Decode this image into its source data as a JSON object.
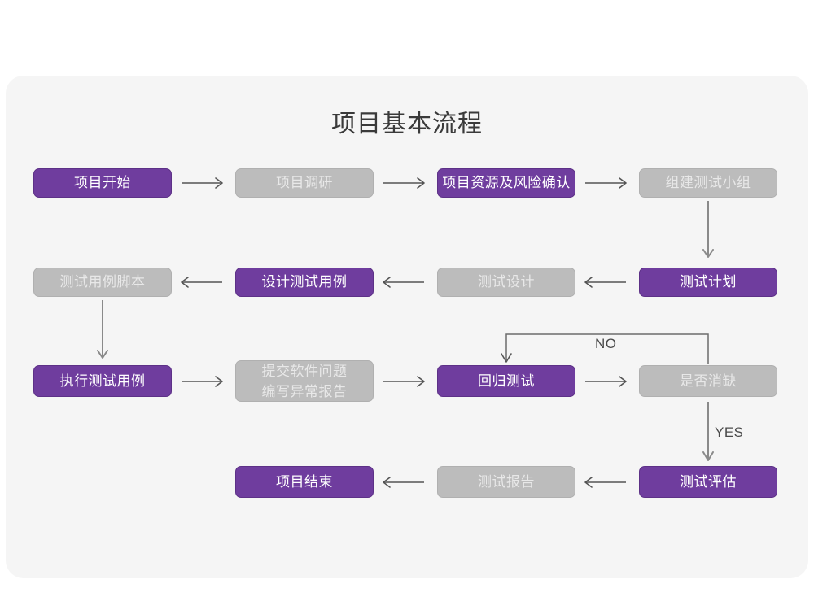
{
  "page": {
    "background_color": "#ffffff",
    "card_color": "#f5f5f5"
  },
  "diagram": {
    "title": "项目基本流程",
    "type": "flowchart",
    "colors": {
      "accent_purple": "#6f3d9e",
      "accent_purple_border": "#5d3187",
      "node_gray": "#bcbcbc",
      "node_gray_border": "#b0b0b0",
      "gray_text": "#e8e8e8",
      "purple_text": "#ffffff",
      "arrow": "#555555",
      "arrow_vertical": "#8a8a8a",
      "title_text": "#3a3a3a",
      "label_text": "#4a4a4a"
    },
    "nodes": [
      {
        "id": "n1",
        "label": "项目开始",
        "style": "purple",
        "row": 1
      },
      {
        "id": "n2",
        "label": "项目调研",
        "style": "gray",
        "row": 1
      },
      {
        "id": "n3",
        "label": "项目资源及风险确认",
        "style": "purple",
        "row": 1
      },
      {
        "id": "n4",
        "label": "组建测试小组",
        "style": "gray",
        "row": 1
      },
      {
        "id": "n5",
        "label": "测试用例脚本",
        "style": "gray",
        "row": 2
      },
      {
        "id": "n6",
        "label": "设计测试用例",
        "style": "purple",
        "row": 2
      },
      {
        "id": "n7",
        "label": "测试设计",
        "style": "gray",
        "row": 2
      },
      {
        "id": "n8",
        "label": "测试计划",
        "style": "purple",
        "row": 2
      },
      {
        "id": "n9",
        "label": "执行测试用例",
        "style": "purple",
        "row": 3
      },
      {
        "id": "n10",
        "label": "提交软件问题",
        "label_line2": "编写异常报告",
        "style": "gray",
        "row": 3
      },
      {
        "id": "n11",
        "label": "回归测试",
        "style": "purple",
        "row": 3
      },
      {
        "id": "n12",
        "label": "是否消缺",
        "style": "gray",
        "row": 3
      },
      {
        "id": "n13",
        "label": "项目结束",
        "style": "purple",
        "row": 4
      },
      {
        "id": "n14",
        "label": "测试报告",
        "style": "gray",
        "row": 4
      },
      {
        "id": "n15",
        "label": "测试评估",
        "style": "purple",
        "row": 4
      }
    ],
    "edge_labels": {
      "no": "NO",
      "yes": "YES"
    },
    "edges": [
      {
        "from": "n1",
        "to": "n2",
        "direction": "right"
      },
      {
        "from": "n2",
        "to": "n3",
        "direction": "right"
      },
      {
        "from": "n3",
        "to": "n4",
        "direction": "right"
      },
      {
        "from": "n4",
        "to": "n8",
        "direction": "down"
      },
      {
        "from": "n8",
        "to": "n7",
        "direction": "left"
      },
      {
        "from": "n7",
        "to": "n6",
        "direction": "left"
      },
      {
        "from": "n6",
        "to": "n5",
        "direction": "left"
      },
      {
        "from": "n5",
        "to": "n9",
        "direction": "down"
      },
      {
        "from": "n9",
        "to": "n10",
        "direction": "right"
      },
      {
        "from": "n10",
        "to": "n11",
        "direction": "right"
      },
      {
        "from": "n11",
        "to": "n12",
        "direction": "right"
      },
      {
        "from": "n12",
        "to": "n11",
        "direction": "loop-up-left",
        "label": "NO"
      },
      {
        "from": "n12",
        "to": "n15",
        "direction": "down",
        "label": "YES"
      },
      {
        "from": "n15",
        "to": "n14",
        "direction": "left"
      },
      {
        "from": "n14",
        "to": "n13",
        "direction": "left"
      }
    ]
  }
}
